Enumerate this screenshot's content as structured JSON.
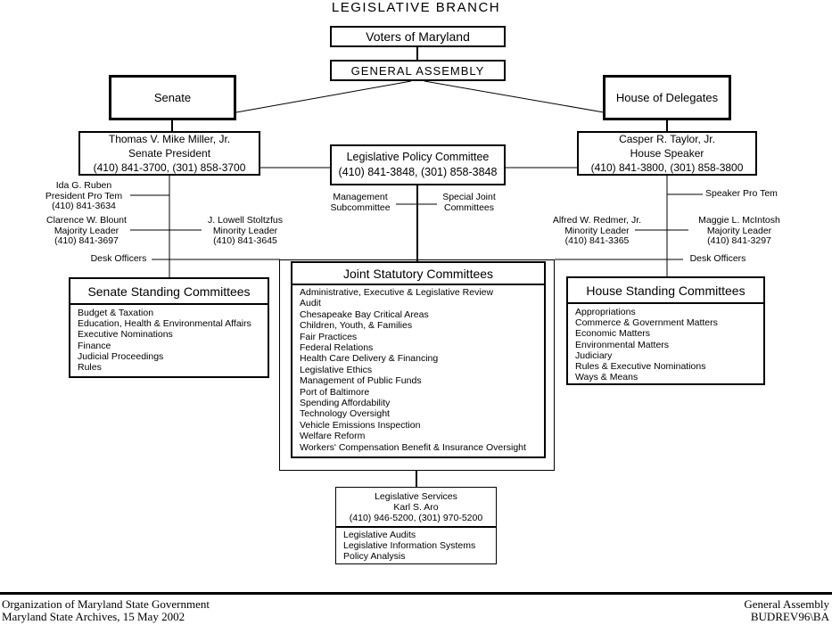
{
  "title": "LEGISLATIVE BRANCH",
  "top": {
    "voters": "Voters of Maryland",
    "general_assembly": "GENERAL ASSEMBLY"
  },
  "chambers": {
    "senate": "Senate",
    "house": "House of Delegates"
  },
  "leaders": {
    "senate_president": [
      "Thomas V. Mike Miller, Jr.",
      "Senate President",
      "(410) 841-3700, (301) 858-3700"
    ],
    "house_speaker": [
      "Casper R. Taylor, Jr.",
      "House Speaker",
      "(410) 841-3800, (301) 858-3800"
    ],
    "policy_committee": [
      "Legislative Policy Committee",
      "(410) 841-3848, (301) 858-3848"
    ]
  },
  "side_labels": {
    "ida_ruben": [
      "Ida G. Ruben",
      "President Pro Tem",
      "(410) 841-3634"
    ],
    "clarence_blount": [
      "Clarence W. Blount",
      "Majority Leader",
      "(410) 841-3697"
    ],
    "lowell_stoltzfus": [
      "J. Lowell Stoltzfus",
      "Minority Leader",
      "(410) 841-3645"
    ],
    "desk_officers_left": "Desk Officers",
    "speaker_pro_tem": "Speaker Pro Tem",
    "alfred_redmer": [
      "Alfred W. Redmer, Jr.",
      "Minority Leader",
      "(410) 841-3365"
    ],
    "maggie_mcintosh": [
      "Maggie L. McIntosh",
      "Majority Leader",
      "(410) 841-3297"
    ],
    "desk_officers_right": "Desk Officers",
    "management_subcommittee": [
      "Management",
      "Subcommittee"
    ],
    "special_joint_committees": [
      "Special Joint",
      "Committees"
    ]
  },
  "senate_standing": {
    "title": "Senate Standing Committees",
    "items": [
      "Budget & Taxation",
      "Education, Health & Environmental Affairs",
      "Executive Nominations",
      "Finance",
      "Judicial Proceedings",
      "Rules"
    ]
  },
  "joint_statutory": {
    "title": "Joint Statutory Committees",
    "items": [
      "Administrative, Executive & Legislative Review",
      "Audit",
      "Chesapeake Bay Critical Areas",
      "Children, Youth, & Families",
      "Fair Practices",
      "Federal Relations",
      "Health Care Delivery & Financing",
      "Legislative Ethics",
      "Management of Public Funds",
      "Port of Baltimore",
      "Spending Affordability",
      "Technology Oversight",
      "Vehicle Emissions Inspection",
      "Welfare Reform",
      "Workers' Compensation Benefit & Insurance Oversight"
    ]
  },
  "house_standing": {
    "title": "House Standing Committees",
    "items": [
      "Appropriations",
      "Commerce & Government Matters",
      "Economic Matters",
      "Environmental Matters",
      "Judiciary",
      "Rules & Executive Nominations",
      "Ways & Means"
    ]
  },
  "legislative_services": {
    "header": [
      "Legislative Services",
      "Karl S. Aro",
      "(410) 946-5200, (301) 970-5200"
    ],
    "items": [
      "Legislative Audits",
      "Legislative Information Systems",
      "Policy Analysis"
    ]
  },
  "footer": {
    "left": [
      "Organization of Maryland State Government",
      "Maryland State Archives, 15 May 2002"
    ],
    "right": [
      "General Assembly",
      "BUDREV96\\BA"
    ]
  }
}
